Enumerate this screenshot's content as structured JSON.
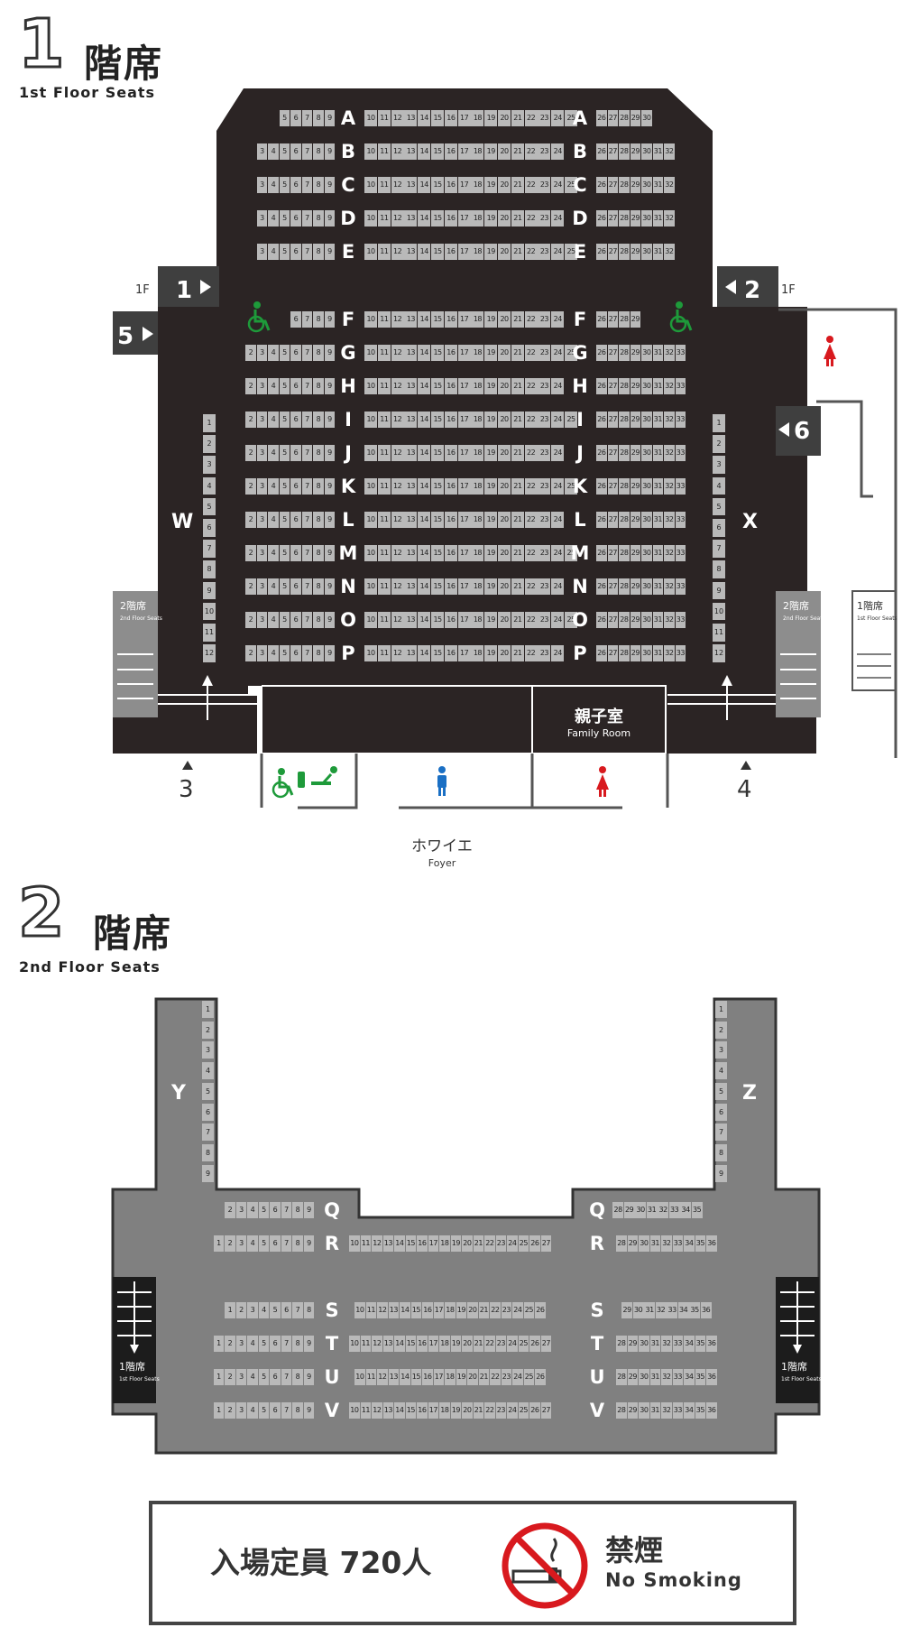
{
  "floor1": {
    "numeral": "1",
    "title": "階席",
    "subtitle": "1st Floor Seats",
    "rows_upper": [
      {
        "row": "A",
        "left": [
          5,
          6,
          7,
          8,
          9
        ],
        "center": [
          10,
          11,
          12,
          13,
          14,
          15,
          16,
          17,
          18,
          19,
          20,
          21,
          22,
          23,
          24,
          25
        ],
        "right": [
          26,
          27,
          28,
          29,
          30
        ]
      },
      {
        "row": "B",
        "left": [
          3,
          4,
          5,
          6,
          7,
          8,
          9
        ],
        "center": [
          10,
          11,
          12,
          13,
          14,
          15,
          16,
          17,
          18,
          19,
          20,
          21,
          22,
          23,
          24
        ],
        "right": [
          26,
          27,
          28,
          29,
          30,
          31,
          32
        ]
      },
      {
        "row": "C",
        "left": [
          3,
          4,
          5,
          6,
          7,
          8,
          9
        ],
        "center": [
          10,
          11,
          12,
          13,
          14,
          15,
          16,
          17,
          18,
          19,
          20,
          21,
          22,
          23,
          24,
          25
        ],
        "right": [
          26,
          27,
          28,
          29,
          30,
          31,
          32
        ]
      },
      {
        "row": "D",
        "left": [
          3,
          4,
          5,
          6,
          7,
          8,
          9
        ],
        "center": [
          10,
          11,
          12,
          13,
          14,
          15,
          16,
          17,
          18,
          19,
          20,
          21,
          22,
          23,
          24
        ],
        "right": [
          26,
          27,
          28,
          29,
          30,
          31,
          32
        ]
      },
      {
        "row": "E",
        "left": [
          3,
          4,
          5,
          6,
          7,
          8,
          9
        ],
        "center": [
          10,
          11,
          12,
          13,
          14,
          15,
          16,
          17,
          18,
          19,
          20,
          21,
          22,
          23,
          24,
          25
        ],
        "right": [
          26,
          27,
          28,
          29,
          30,
          31,
          32
        ]
      }
    ],
    "rows_lower": [
      {
        "row": "F",
        "left": [
          6,
          7,
          8,
          9
        ],
        "center": [
          10,
          11,
          12,
          13,
          14,
          15,
          16,
          17,
          18,
          19,
          20,
          21,
          22,
          23,
          24
        ],
        "right": [
          26,
          27,
          28,
          29
        ]
      },
      {
        "row": "G",
        "left": [
          2,
          3,
          4,
          5,
          6,
          7,
          8,
          9
        ],
        "center": [
          10,
          11,
          12,
          13,
          14,
          15,
          16,
          17,
          18,
          19,
          20,
          21,
          22,
          23,
          24,
          25
        ],
        "right": [
          26,
          27,
          28,
          29,
          30,
          31,
          32,
          33
        ]
      },
      {
        "row": "H",
        "left": [
          2,
          3,
          4,
          5,
          6,
          7,
          8,
          9
        ],
        "center": [
          10,
          11,
          12,
          13,
          14,
          15,
          16,
          17,
          18,
          19,
          20,
          21,
          22,
          23,
          24
        ],
        "right": [
          26,
          27,
          28,
          29,
          30,
          31,
          32,
          33
        ]
      },
      {
        "row": "I",
        "left": [
          2,
          3,
          4,
          5,
          6,
          7,
          8,
          9
        ],
        "center": [
          10,
          11,
          12,
          13,
          14,
          15,
          16,
          17,
          18,
          19,
          20,
          21,
          22,
          23,
          24,
          25
        ],
        "right": [
          26,
          27,
          28,
          29,
          30,
          31,
          32,
          33
        ]
      },
      {
        "row": "J",
        "left": [
          2,
          3,
          4,
          5,
          6,
          7,
          8,
          9
        ],
        "center": [
          10,
          11,
          12,
          13,
          14,
          15,
          16,
          17,
          18,
          19,
          20,
          21,
          22,
          23,
          24
        ],
        "right": [
          26,
          27,
          28,
          29,
          30,
          31,
          32,
          33
        ]
      },
      {
        "row": "K",
        "left": [
          2,
          3,
          4,
          5,
          6,
          7,
          8,
          9
        ],
        "center": [
          10,
          11,
          12,
          13,
          14,
          15,
          16,
          17,
          18,
          19,
          20,
          21,
          22,
          23,
          24,
          25
        ],
        "right": [
          26,
          27,
          28,
          29,
          30,
          31,
          32,
          33
        ]
      },
      {
        "row": "L",
        "left": [
          2,
          3,
          4,
          5,
          6,
          7,
          8,
          9
        ],
        "center": [
          10,
          11,
          12,
          13,
          14,
          15,
          16,
          17,
          18,
          19,
          20,
          21,
          22,
          23,
          24
        ],
        "right": [
          26,
          27,
          28,
          29,
          30,
          31,
          32,
          33
        ]
      },
      {
        "row": "M",
        "left": [
          2,
          3,
          4,
          5,
          6,
          7,
          8,
          9
        ],
        "center": [
          10,
          11,
          12,
          13,
          14,
          15,
          16,
          17,
          18,
          19,
          20,
          21,
          22,
          23,
          24,
          25
        ],
        "right": [
          26,
          27,
          28,
          29,
          30,
          31,
          32,
          33
        ]
      },
      {
        "row": "N",
        "left": [
          2,
          3,
          4,
          5,
          6,
          7,
          8,
          9
        ],
        "center": [
          10,
          11,
          12,
          13,
          14,
          15,
          16,
          17,
          18,
          19,
          20,
          21,
          22,
          23,
          24
        ],
        "right": [
          26,
          27,
          28,
          29,
          30,
          31,
          32,
          33
        ]
      },
      {
        "row": "O",
        "left": [
          2,
          3,
          4,
          5,
          6,
          7,
          8,
          9
        ],
        "center": [
          10,
          11,
          12,
          13,
          14,
          15,
          16,
          17,
          18,
          19,
          20,
          21,
          22,
          23,
          24,
          25
        ],
        "right": [
          26,
          27,
          28,
          29,
          30,
          31,
          32,
          33
        ]
      },
      {
        "row": "P",
        "left": [
          2,
          3,
          4,
          5,
          6,
          7,
          8,
          9
        ],
        "center": [
          10,
          11,
          12,
          13,
          14,
          15,
          16,
          17,
          18,
          19,
          20,
          21,
          22,
          23,
          24
        ],
        "right": [
          26,
          27,
          28,
          29,
          30,
          31,
          32,
          33
        ]
      }
    ],
    "side_left": {
      "label": "W",
      "seats": [
        1,
        2,
        3,
        4,
        5,
        6,
        7,
        8,
        9,
        10,
        11,
        12
      ]
    },
    "side_right": {
      "label": "X",
      "seats": [
        1,
        2,
        3,
        4,
        5,
        6,
        7,
        8,
        9,
        10,
        11,
        12
      ]
    },
    "doors": [
      {
        "id": "1",
        "label": "1",
        "floor_tag": "1F"
      },
      {
        "id": "2",
        "label": "2",
        "floor_tag": "1F"
      },
      {
        "id": "5",
        "label": "5"
      },
      {
        "id": "6",
        "label": "6"
      },
      {
        "id": "3",
        "label": "3"
      },
      {
        "id": "4",
        "label": "4"
      }
    ],
    "stairs_left": {
      "title": "2階席",
      "sub": "2nd Floor Seats"
    },
    "stairs_right": {
      "title": "2階席",
      "sub": "2nd Floor Seats"
    },
    "stairs_far_right": {
      "title": "1階席",
      "sub": "1st Floor Seats"
    },
    "family_room": {
      "title": "親子室",
      "sub": "Family Room"
    },
    "foyer": {
      "title": "ホワイエ",
      "sub": "Foyer"
    }
  },
  "floor2": {
    "numeral": "2",
    "title": "階席",
    "subtitle": "2nd Floor Seats",
    "side_left": {
      "label": "Y",
      "seats": [
        1,
        2,
        3,
        4,
        5,
        6,
        7,
        8,
        9
      ]
    },
    "side_right": {
      "label": "Z",
      "seats": [
        1,
        2,
        3,
        4,
        5,
        6,
        7,
        8,
        9
      ]
    },
    "rows": [
      {
        "row": "Q",
        "left": [
          2,
          3,
          4,
          5,
          6,
          7,
          8,
          9
        ],
        "center": [],
        "right": [
          28,
          29,
          30,
          31,
          32,
          33,
          34,
          35
        ]
      },
      {
        "row": "R",
        "left": [
          1,
          2,
          3,
          4,
          5,
          6,
          7,
          8,
          9
        ],
        "center": [
          10,
          11,
          12,
          13,
          14,
          15,
          16,
          17,
          18,
          19,
          20,
          21,
          22,
          23,
          24,
          25,
          26,
          27
        ],
        "right": [
          28,
          29,
          30,
          31,
          32,
          33,
          34,
          35,
          36
        ]
      },
      {
        "row": "S",
        "left": [
          1,
          2,
          3,
          4,
          5,
          6,
          7,
          8
        ],
        "center": [
          10,
          11,
          12,
          13,
          14,
          15,
          16,
          17,
          18,
          19,
          20,
          21,
          22,
          23,
          24,
          25,
          26
        ],
        "right": [
          29,
          30,
          31,
          32,
          33,
          34,
          35,
          36
        ]
      },
      {
        "row": "T",
        "left": [
          1,
          2,
          3,
          4,
          5,
          6,
          7,
          8,
          9
        ],
        "center": [
          10,
          11,
          12,
          13,
          14,
          15,
          16,
          17,
          18,
          19,
          20,
          21,
          22,
          23,
          24,
          25,
          26,
          27
        ],
        "right": [
          28,
          29,
          30,
          31,
          32,
          33,
          34,
          35,
          36
        ]
      },
      {
        "row": "U",
        "left": [
          1,
          2,
          3,
          4,
          5,
          6,
          7,
          8,
          9
        ],
        "center": [
          10,
          11,
          12,
          13,
          14,
          15,
          16,
          17,
          18,
          19,
          20,
          21,
          22,
          23,
          24,
          25,
          26
        ],
        "right": [
          28,
          29,
          30,
          31,
          32,
          33,
          34,
          35,
          36
        ]
      },
      {
        "row": "V",
        "left": [
          1,
          2,
          3,
          4,
          5,
          6,
          7,
          8,
          9
        ],
        "center": [
          10,
          11,
          12,
          13,
          14,
          15,
          16,
          17,
          18,
          19,
          20,
          21,
          22,
          23,
          24,
          25,
          26,
          27
        ],
        "right": [
          28,
          29,
          30,
          31,
          32,
          33,
          34,
          35,
          36
        ]
      }
    ],
    "stairs_left": {
      "title": "1階席",
      "sub": "1st Floor Seats"
    },
    "stairs_right": {
      "title": "1階席",
      "sub": "1st Floor Seats"
    }
  },
  "notice": {
    "capacity": "入場定員 720人",
    "no_smoking_jp": "禁煙",
    "no_smoking_en": "No Smoking"
  },
  "colors": {
    "floor1_bg": "#2b2424",
    "floor2_bg": "#808080",
    "seat": "#b9b9b9",
    "seat_text": "#222222",
    "door_box": "#3f3f3f",
    "stairs": "#8d8d8d",
    "accessible": "#1e9a3a",
    "male": "#1a6fc4",
    "female": "#d8191e",
    "no_smoking": "#d8191e"
  }
}
